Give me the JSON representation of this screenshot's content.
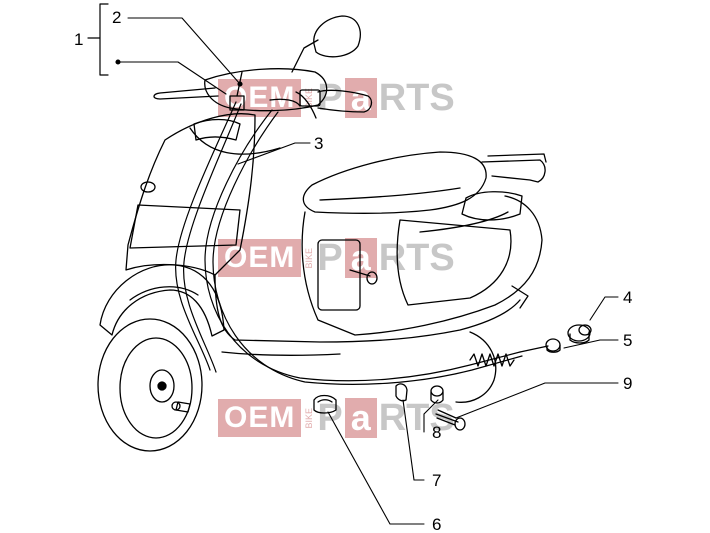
{
  "callouts": [
    "1",
    "2",
    "3",
    "4",
    "5",
    "6",
    "7",
    "8",
    "9"
  ],
  "watermark": {
    "oem": "OEM",
    "bike": "BIKE",
    "p": "P",
    "a": "a",
    "rts": "RTS"
  },
  "colors": {
    "line": "#000000",
    "watermark_red": "#c9696b",
    "watermark_grey": "#9a9a9a"
  }
}
